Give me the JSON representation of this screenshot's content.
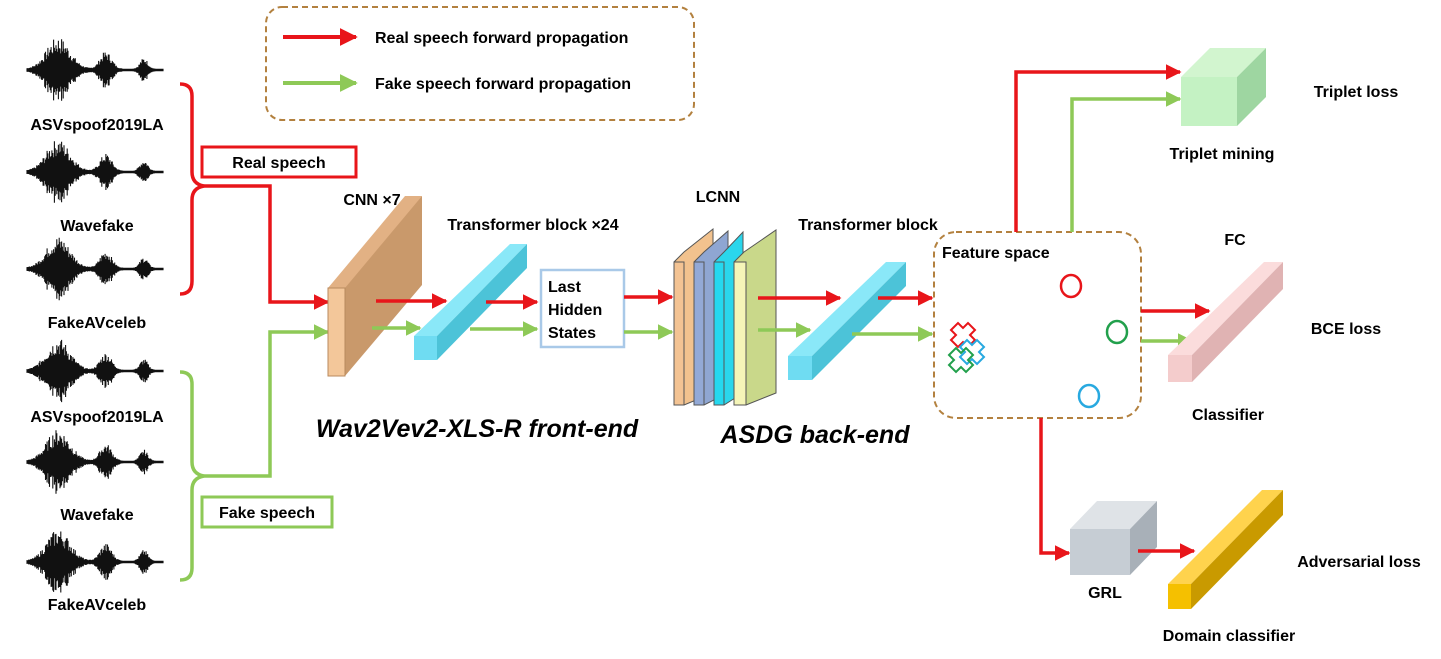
{
  "legend": {
    "real": "Real speech forward propagation",
    "fake": "Fake speech forward propagation"
  },
  "colors": {
    "real": "#e8151a",
    "fake": "#8ec957",
    "dash": "#b3813f"
  },
  "datasets": {
    "real": [
      "ASVspoof2019LA",
      "Wavefake",
      "FakeAVceleb"
    ],
    "fake": [
      "ASVspoof2019LA",
      "Wavefake",
      "FakeAVceleb"
    ]
  },
  "groups": {
    "real": "Real speech",
    "fake": "Fake speech"
  },
  "frontend": {
    "cnn": "CNN ×7",
    "transformer": "Transformer block ×24",
    "hidden_line1": "Last",
    "hidden_line2": "Hidden",
    "hidden_line3": "States",
    "title": "Wav2Vev2-XLS-R front-end"
  },
  "backend": {
    "lcnn": "LCNN",
    "transformer": "Transformer block",
    "title": "ASDG back-end"
  },
  "feature_space": "Feature space",
  "heads": {
    "triplet_mining": "Triplet mining",
    "triplet_loss": "Triplet loss",
    "fc": "FC",
    "classifier": "Classifier",
    "bce_loss": "BCE loss",
    "grl": "GRL",
    "domain_classifier": "Domain classifier",
    "adversarial_loss": "Adversarial loss"
  }
}
